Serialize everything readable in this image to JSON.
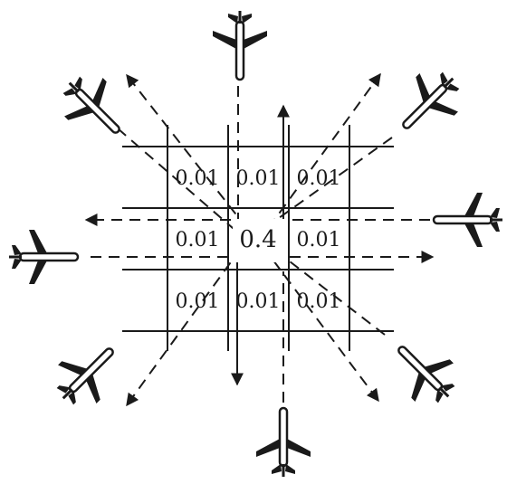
{
  "diagram": {
    "cells": [
      [
        "0.01",
        "0.01",
        "0.01"
      ],
      [
        "0.01",
        "0.4",
        "0.01"
      ],
      [
        "0.01",
        "0.01",
        "0.01"
      ]
    ],
    "aircraft_directions": [
      "N",
      "NE",
      "E",
      "SE",
      "S",
      "SW",
      "W",
      "NW"
    ],
    "colors": {
      "ink": "#1a1a1a",
      "background": "#ffffff"
    }
  }
}
